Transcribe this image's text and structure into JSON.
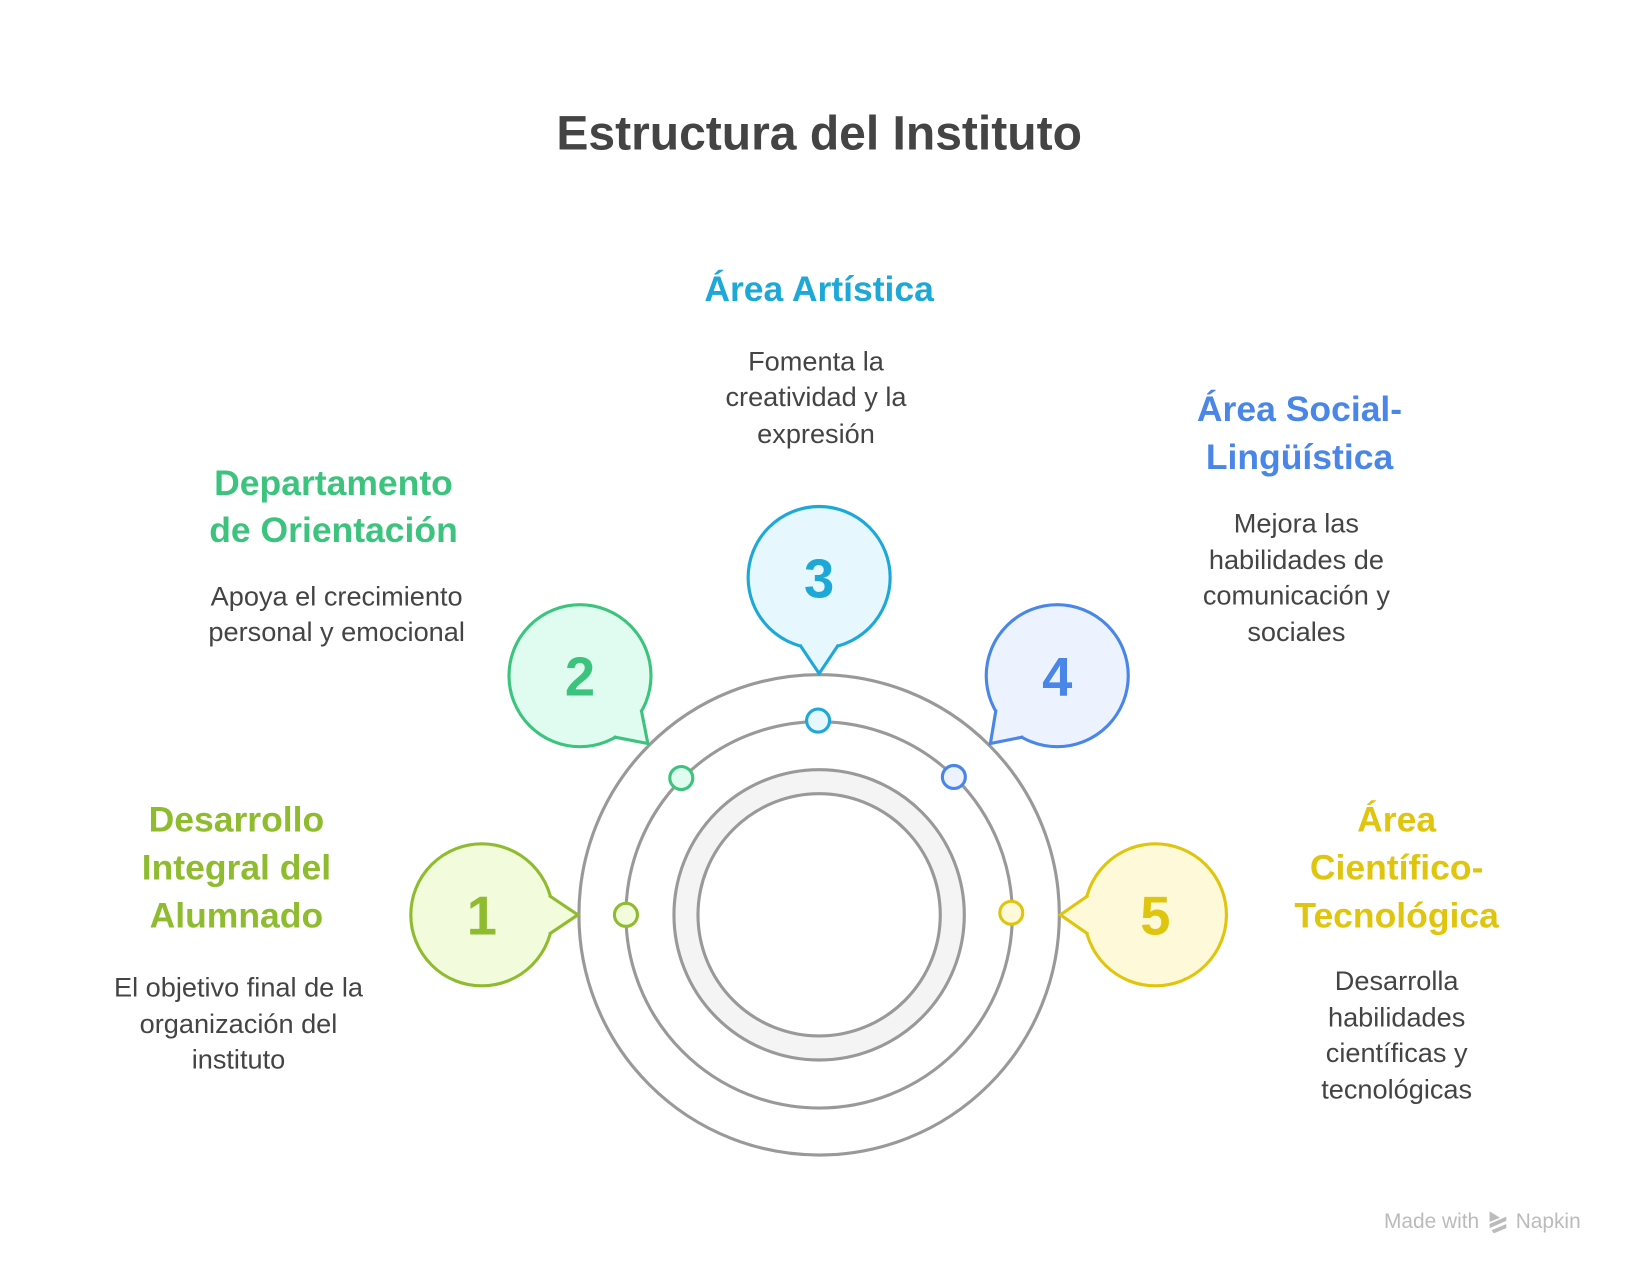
{
  "title": "Estructura del Instituto",
  "ring_color": "#999999",
  "items": [
    {
      "number": "1",
      "heading": [
        "Desarrollo",
        "Integral del",
        "Alumnado"
      ],
      "description": [
        "El objetivo final de la",
        "organización del",
        "instituto"
      ],
      "color": "#8fbc2f",
      "fill": "#f2fcdc"
    },
    {
      "number": "2",
      "heading": [
        "Departamento",
        "de Orientación"
      ],
      "description": [
        "Apoya el crecimiento",
        "personal y emocional"
      ],
      "color": "#3cc47f",
      "fill": "#e0fbef"
    },
    {
      "number": "3",
      "heading": [
        "Área Artística"
      ],
      "description": [
        "Fomenta la",
        "creatividad y la",
        "expresión"
      ],
      "color": "#1ea8d8",
      "fill": "#e6f7fd"
    },
    {
      "number": "4",
      "heading": [
        "Área Social-",
        "Lingüística"
      ],
      "description": [
        "Mejora las",
        "habilidades de",
        "comunicación y",
        "sociales"
      ],
      "color": "#4a86e8",
      "fill": "#ecf3fe"
    },
    {
      "number": "5",
      "heading": [
        "Área",
        "Científico-",
        "Tecnológica"
      ],
      "description": [
        "Desarrolla",
        "habilidades",
        "científicas y",
        "tecnológicas"
      ],
      "color": "#e0c50e",
      "fill": "#fefad9"
    }
  ],
  "footer": {
    "made_with": "Made with",
    "brand": "Napkin",
    "icon": "napkin-logo-icon"
  }
}
